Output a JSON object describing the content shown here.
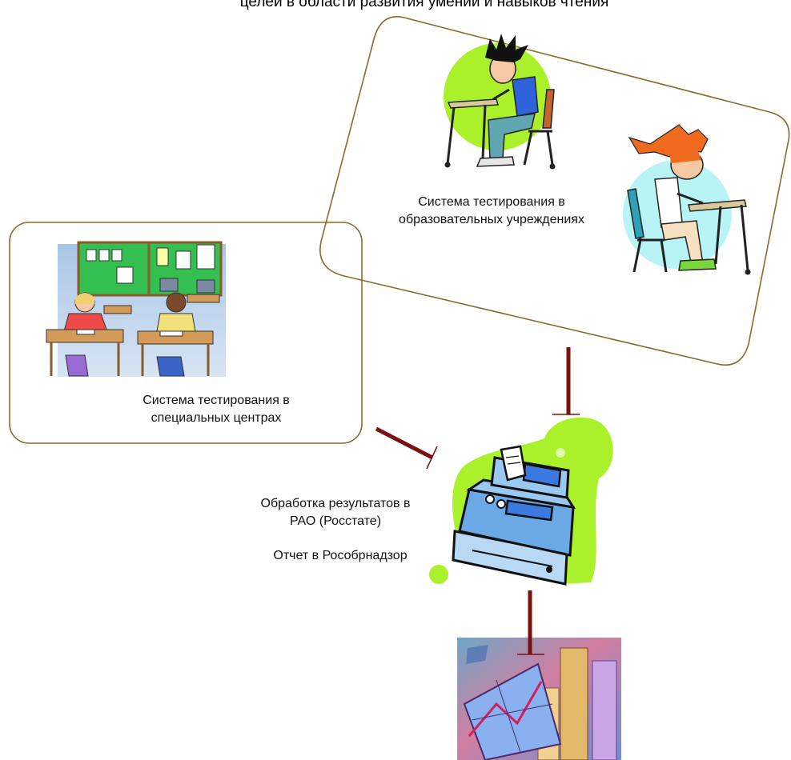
{
  "header": {
    "partial_title": "целей в области развития умений и навыков чтения"
  },
  "nodes": {
    "school_testing": {
      "line1": "Система тестирования  в",
      "line2": "образовательных учреждениях"
    },
    "center_testing": {
      "line1": "Система тестирования  в",
      "line2": "специальных центрах"
    },
    "processing": {
      "line1": "Обработка результатов в",
      "line2": "РАО (Росстате)"
    },
    "report": {
      "label": "Отчет в Рособрнадзор"
    }
  },
  "edges": [
    {
      "from": "school_testing",
      "to": "processing"
    },
    {
      "from": "center_testing",
      "to": "processing"
    },
    {
      "from": "processing",
      "to": "report"
    }
  ],
  "icons": {
    "school_testing": [
      "boy-at-desk-illustration",
      "girl-at-desk-illustration"
    ],
    "center_testing": "classroom-illustration",
    "processing": "cash-register-illustration",
    "report": "city-chart-painting"
  },
  "colors": {
    "frame": "#8b6a2e",
    "connector": "#7a1111",
    "blob_green": "#aaf12c",
    "blob_cyan": "#b8f4f6"
  }
}
